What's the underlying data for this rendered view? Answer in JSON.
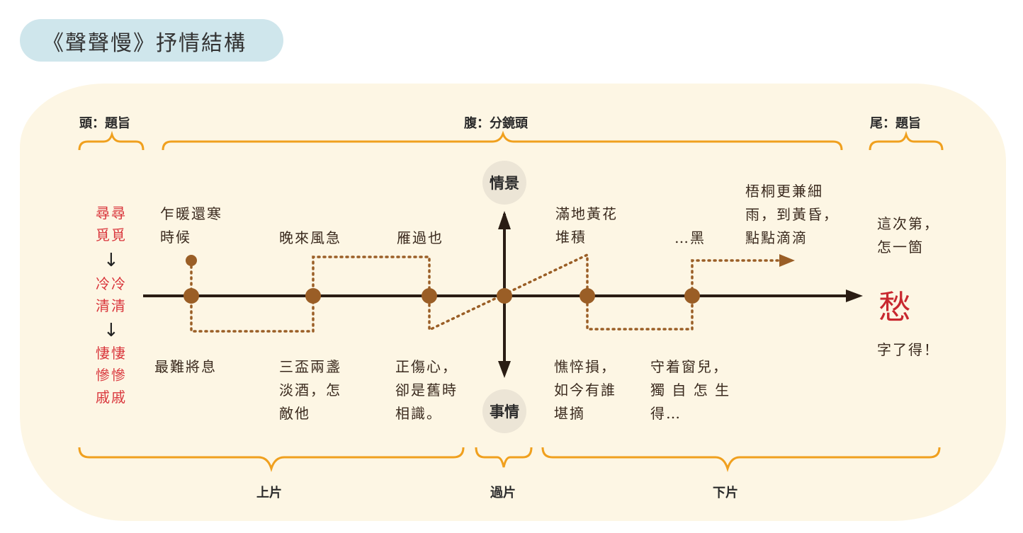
{
  "title": "《聲聲慢》抒情結構",
  "headers": {
    "head": "頭：題旨",
    "belly": "腹：分鏡頭",
    "tail": "尾：題旨"
  },
  "intro_words": [
    "尋尋\n覓覓",
    "冷冷\n清清",
    "悽悽\n慘慘\n戚戚"
  ],
  "top_labels": {
    "t1": "乍暖還寒\n時候",
    "t2": "晚來風急",
    "t3": "雁過也",
    "t4": "滿地黃花\n堆積",
    "t5": "…黑",
    "t6": "梧桐更兼細\n雨，到黃昏，\n點點滴滴"
  },
  "bottom_labels": {
    "b1": "最難將息",
    "b2": "三盃兩盞\n淡酒，怎\n敵他",
    "b3": "正傷心，\n卻是舊時\n相識。",
    "b4": "憔悴損，\n如今有誰\n堪摘",
    "b5": "守着窗兒，\n獨 自 怎 生\n得…"
  },
  "axis": {
    "top": "情景",
    "bottom": "事情"
  },
  "ending": {
    "line1": "這次第，\n怎一箇",
    "sorrow": "愁",
    "line2": "字了得！"
  },
  "sections": {
    "first": "上片",
    "transition": "過片",
    "second": "下片"
  },
  "colors": {
    "accent_orange": "#f0a01e",
    "node_brown": "#9a5e26",
    "highlight_red": "#d9353b"
  }
}
